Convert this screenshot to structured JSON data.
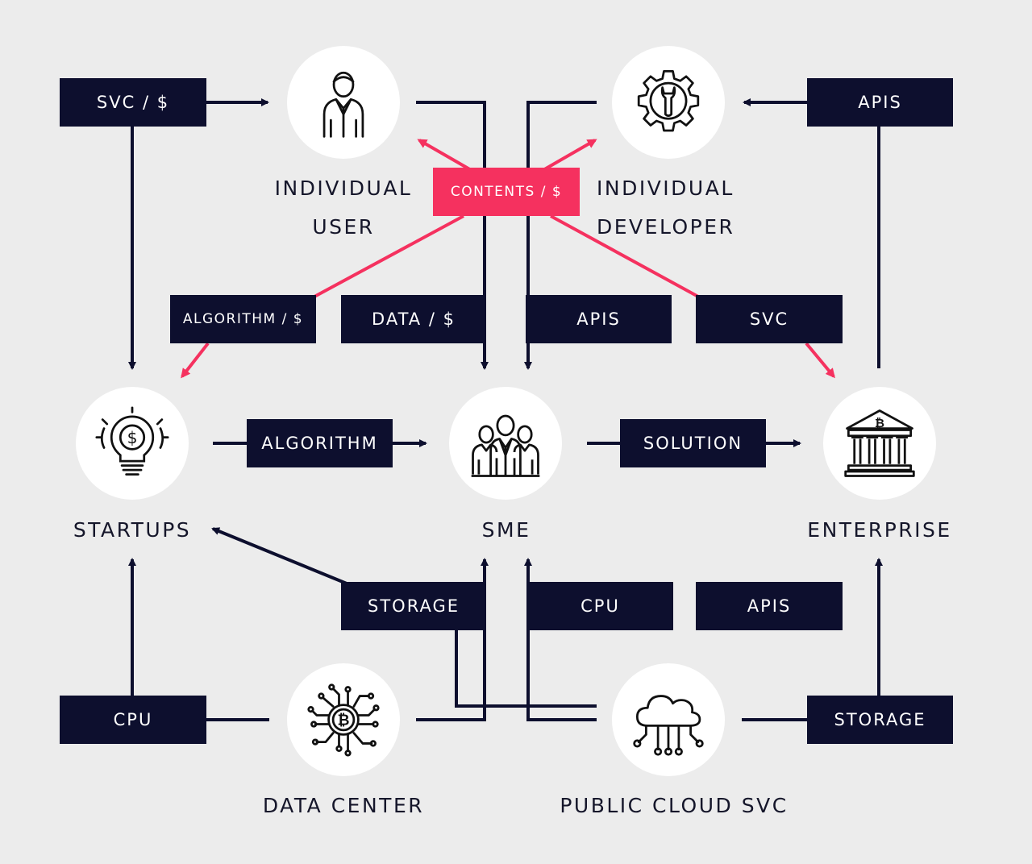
{
  "colors": {
    "navy": "#0d0f2e",
    "pink": "#f5315f",
    "background": "#ececec",
    "text": "#15162a"
  },
  "nodes": {
    "individual_user": {
      "line1": "INDIVIDUAL",
      "line2": "USER",
      "icon": "user-icon"
    },
    "individual_developer": {
      "line1": "INDIVIDUAL",
      "line2": "DEVELOPER",
      "icon": "gear-wrench-icon"
    },
    "startups": {
      "label": "STARTUPS",
      "icon": "lightbulb-dollar-icon"
    },
    "sme": {
      "label": "SME",
      "icon": "team-icon"
    },
    "enterprise": {
      "label": "ENTERPRISE",
      "icon": "bank-bitcoin-icon"
    },
    "data_center": {
      "label": "DATA CENTER",
      "icon": "circuit-bitcoin-icon"
    },
    "public_cloud": {
      "label": "PUBLIC CLOUD SVC",
      "icon": "cloud-network-icon"
    }
  },
  "flows": {
    "svc_dollar": "SVC / $",
    "apis_top": "APIS",
    "contents": "CONTENTS / $",
    "algorithm_dollar": "ALGORITHM / $",
    "data_dollar": "DATA / $",
    "apis_mid": "APIS",
    "svc": "SVC",
    "algorithm": "ALGORITHM",
    "solution": "SOLUTION",
    "storage_mid": "STORAGE",
    "cpu_mid": "CPU",
    "apis_low": "APIS",
    "cpu_bottom": "CPU",
    "storage_bottom": "STORAGE"
  }
}
